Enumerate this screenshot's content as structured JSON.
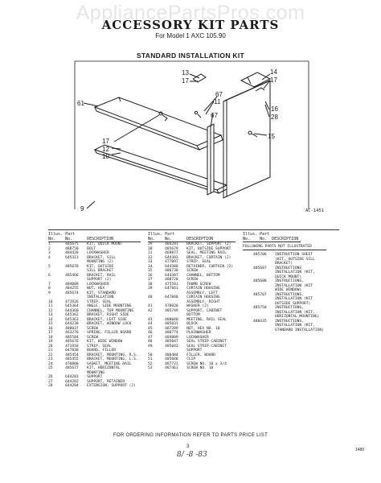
{
  "watermark": "AppliancePartsPros.com",
  "header": {
    "title": "ACCESSORY KIT PARTS",
    "subtitle": "For Model 1 AXC 105.90",
    "kit_title": "STANDARD INSTALLATION KIT"
  },
  "diagram": {
    "ref_code": "AC-1451",
    "callouts": [
      "13",
      "17",
      "14",
      "17",
      "61",
      "67",
      "11",
      "16",
      "28",
      "67",
      "15",
      "17",
      "12",
      "10",
      "9"
    ]
  },
  "parts_table": {
    "header_line1": [
      "Illus.",
      "Part"
    ],
    "header_line2": [
      "No.",
      "No.",
      "DESCRIPTION"
    ],
    "columns": [
      [
        [
          "1",
          "485675",
          "KIT, QUICK MOUNT"
        ],
        [
          "2",
          "488750",
          "BOLT"
        ],
        [
          "3",
          "484420",
          "LOCKWASHER"
        ],
        [
          "4",
          "645313",
          "BRACKET, SILL"
        ],
        [
          "",
          "",
          "MOUNTING (2)"
        ],
        [
          "5",
          "485678",
          "KIT, OUTSIDE"
        ],
        [
          "",
          "",
          "SILL BRACKET"
        ],
        [
          "6",
          "485466",
          "BRACKET, RAIL"
        ],
        [
          "",
          "",
          "SUPPORT (2)"
        ],
        [
          "7",
          "484009",
          "LOCKWASHER"
        ],
        [
          "8",
          "484255",
          "NUT, HEX"
        ],
        [
          "9",
          "485674",
          "KIT, STANDARD"
        ],
        [
          "",
          "",
          "INSTALLATION"
        ],
        [
          "10",
          "471926",
          "STRIP, SEAL"
        ],
        [
          "11",
          "645364",
          "ANGLE, SIDE MOUNTING"
        ],
        [
          "12",
          "644360",
          "CHANNEL, TOP MOUNTING"
        ],
        [
          "13",
          "645362",
          "BRACKET, RIGHT SIDE"
        ],
        [
          "14",
          "645363",
          "BRACKET, LEFT SIDE"
        ],
        [
          "15",
          "644238",
          "BRACKET, WINDOW LOCK"
        ],
        [
          "16",
          "488037",
          "SCREW"
        ],
        [
          "17",
          "463270",
          "SPRING, FILLER BOARD"
        ],
        [
          "18",
          "485584",
          "SCREW"
        ],
        [
          "19",
          "485676",
          "KIT, WIDE WINDOW"
        ],
        [
          "20",
          "471918",
          "STRIP, SEAL"
        ],
        [
          "21",
          "647830",
          "BOARD, FILLER"
        ],
        [
          "22",
          "485454",
          "BRACKET, MOUNTING, R.S."
        ],
        [
          "23",
          "485455",
          "BRACKET, MOUNTING, L.S."
        ],
        [
          "24",
          "470800",
          "GASKET, MEETING RAIL"
        ],
        [
          "25",
          "485677",
          "KIT, HORIZONTAL"
        ],
        [
          "",
          "",
          "MOUNTING"
        ],
        [
          "26",
          "644283",
          "SUPPORT"
        ],
        [
          "27",
          "644282",
          "SUPPORT, RETAINER"
        ],
        [
          "28",
          "644284",
          "EXTENSION, SUPPORT (2)"
        ]
      ],
      [
        [
          "29",
          "484281",
          "BRACKET, SUPPORT (2)"
        ],
        [
          "30",
          "485679",
          "KIT, OUTSIDE SUPPORT"
        ],
        [
          "31",
          "469877",
          "SEAL, MEETING RAIL"
        ],
        [
          "32",
          "644383",
          "BRACKET, CURTAIN (2)"
        ],
        [
          "33",
          "477097",
          "STRIP, SEAL"
        ],
        [
          "34",
          "644388",
          "RETAINER, CURTAIN (2)"
        ],
        [
          "35",
          "486730",
          "SCREW"
        ],
        [
          "36",
          "644387",
          "CHANNEL, BOTTOM"
        ],
        [
          "37",
          "488720",
          "SCREW"
        ],
        [
          "38",
          "475581",
          "THUMB SCREW"
        ],
        [
          "39",
          "647841",
          "CURTAIN HOUSING"
        ],
        [
          "",
          "",
          "ASSEMBLY, LEFT"
        ],
        [
          "40",
          "647840",
          "CURTAIN HOUSING"
        ],
        [
          "",
          "",
          "ASSEMBLY, RIGHT"
        ],
        [
          "41",
          "478820",
          "WASHER (2)"
        ],
        [
          "42",
          "485749",
          "SUPPORT, CABINET"
        ],
        [
          "",
          "",
          "BOTTOM"
        ],
        [
          "43",
          "488040",
          "MEETING, RAIL SEAL"
        ],
        [
          "44",
          "485031",
          "BLOCK"
        ],
        [
          "45",
          "487289",
          "NUT, HEX NO. 10"
        ],
        [
          "46",
          "488774",
          "PLAINWASHER"
        ],
        [
          "47",
          "484009",
          "LOCKWASHER"
        ],
        [
          "48",
          "485047",
          "SEAL STRIP-CABINET"
        ],
        [
          "49",
          "485043",
          "SEAL STRIP-CABINET"
        ],
        [
          "",
          "",
          "SUPPORT"
        ],
        [
          "50",
          "488484",
          "FILLER, BOARD"
        ],
        [
          "51",
          "485048",
          "CLIP"
        ],
        [
          "52",
          "487721",
          "SCREW NO. 10 x 3/4"
        ],
        [
          "53",
          "487461",
          "SCREW NO. 10"
        ]
      ],
      [
        [
          "",
          "485706",
          "INSTRUCTION SHEET"
        ],
        [
          "",
          "",
          "(KIT, OUTSIDE SILL"
        ],
        [
          "",
          "",
          "BRACKET)"
        ],
        [
          "",
          "485687",
          "INSTRUCTIONS"
        ],
        [
          "",
          "",
          "INSTALLATION (KIT,"
        ],
        [
          "",
          "",
          "QUICK MOUNT)"
        ],
        [
          "",
          "485688",
          "INSTRUCTIONS,"
        ],
        [
          "",
          "",
          "INSTALLATION (KIT"
        ],
        [
          "",
          "",
          "WIDE WINDOW)"
        ],
        [
          "",
          "485707",
          "INSTRUCTIONS,"
        ],
        [
          "",
          "",
          "INSTALLATION (KIT"
        ],
        [
          "",
          "",
          "OUTSIDE SUPPORT)"
        ],
        [
          "",
          "485758",
          "INSTRUCTIONS,"
        ],
        [
          "",
          "",
          "INSTALLATION (KIT,"
        ],
        [
          "",
          "",
          "HORIZONTAL MOUNTING)"
        ],
        [
          "",
          "488435",
          "INSTRUCTIONS,"
        ],
        [
          "",
          "",
          "INSTALLATION (KIT,"
        ],
        [
          "",
          "",
          "STANDARD INSTALLATION)"
        ]
      ]
    ],
    "col3_note": "FOLLOWING PARTS NOT ILLUSTRATED"
  },
  "footer": {
    "text": "FOR ORDERING INFORMATION REFER TO PARTS PRICE LIST",
    "page_no": "3",
    "code": "1480",
    "handwritten": "8/ -8 -83"
  }
}
